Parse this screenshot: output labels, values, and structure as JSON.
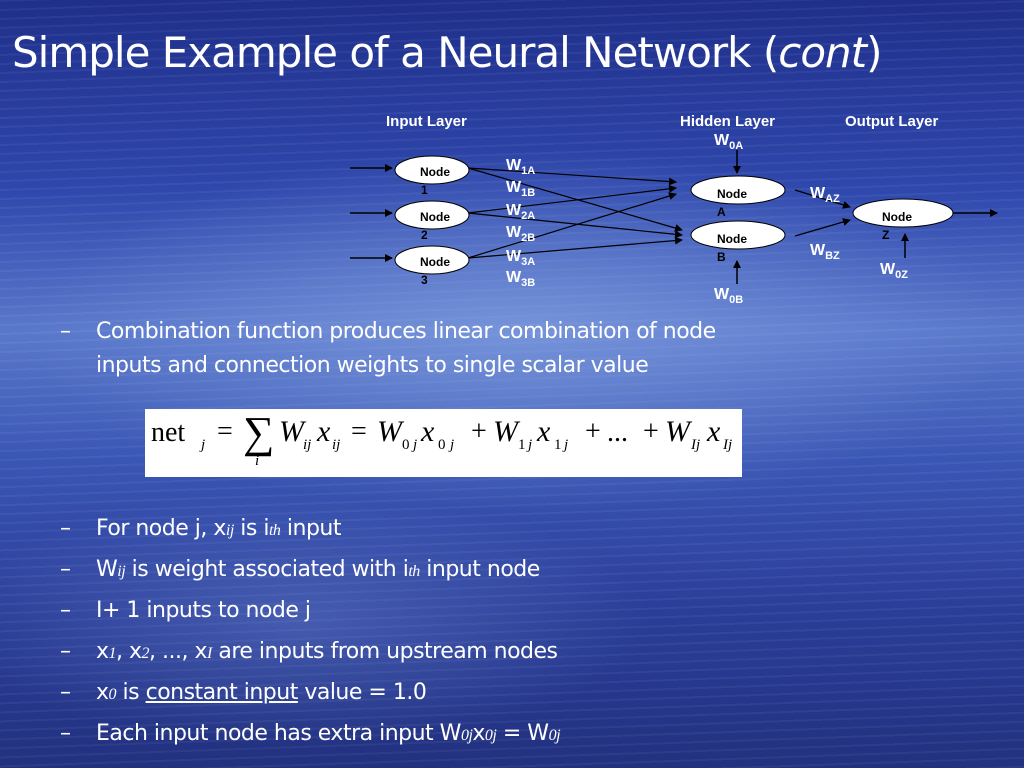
{
  "title": {
    "text": "Simple Example of a Neural Network (",
    "italic": "cont",
    "close": ")"
  },
  "diagram": {
    "layer_labels": {
      "input": "Input Layer",
      "hidden": "Hidden Layer",
      "output": "Output Layer"
    },
    "nodes": {
      "n1": {
        "label": "Node",
        "id": "1"
      },
      "n2": {
        "label": "Node",
        "id": "2"
      },
      "n3": {
        "label": "Node",
        "id": "3"
      },
      "nA": {
        "label": "Node",
        "id": "A"
      },
      "nB": {
        "label": "Node",
        "id": "B"
      },
      "nZ": {
        "label": "Node",
        "id": "Z"
      }
    },
    "weights": {
      "w1a": {
        "main": "W",
        "sub": "1A"
      },
      "w1b": {
        "main": "W",
        "sub": "1B"
      },
      "w2a": {
        "main": "W",
        "sub": "2A"
      },
      "w2b": {
        "main": "W",
        "sub": "2B"
      },
      "w3a": {
        "main": "W",
        "sub": "3A"
      },
      "w3b": {
        "main": "W",
        "sub": "3B"
      },
      "w0a": {
        "main": "W",
        "sub": "0A"
      },
      "w0b": {
        "main": "W",
        "sub": "0B"
      },
      "waz": {
        "main": "W",
        "sub": "AZ"
      },
      "wbz": {
        "main": "W",
        "sub": "BZ"
      },
      "w0z": {
        "main": "W",
        "sub": "0Z"
      }
    }
  },
  "bullet_dash": "–",
  "bullets": {
    "b1": {
      "line1": "Combination function produces linear combination of node",
      "line2": "inputs and connection weights to single scalar value"
    },
    "b2": {
      "a": "For node j, x",
      "b": "ij",
      "c": " is i",
      "d": "th",
      "e": " input"
    },
    "b3": {
      "a": "W",
      "b": "ij",
      "c": " is weight associated with i",
      "d": "th",
      "e": " input node"
    },
    "b4": {
      "a": "I+ 1 inputs to node j"
    },
    "b5": {
      "a": "x",
      "b": "1",
      "c": ", x",
      "d": "2",
      "e": ", ..., x",
      "f": "I",
      "g": " are inputs from upstream nodes"
    },
    "b6": {
      "a": "x",
      "b": "0",
      "c": " is ",
      "d": "constant input",
      "e": " value = 1.0"
    },
    "b7": {
      "a": "Each input node has extra input W",
      "b": "0j",
      "c": "x",
      "d": "0j",
      "e": " = W",
      "f": "0j"
    }
  },
  "formula": {
    "net": "net",
    "j": "j",
    "eq1": "=",
    "sigma": "∑",
    "i": "i",
    "W1": "W",
    "ij1": "ij",
    "x1": "x",
    "ij2": "ij",
    "eq2": "=",
    "W2": "W",
    "s0j": "0",
    "sj": "j",
    "x2": "x",
    "s0j2": "0",
    "sj2": "j",
    "plus1": "+",
    "W3": "W",
    "s1j": "1",
    "sj3": "j",
    "x3": "x",
    "s1j2": "1",
    "sj4": "j",
    "plus2": "+",
    "dots": "...",
    "plus3": "+",
    "W4": "W",
    "sIj": "Ij",
    "x4": "x",
    "sIj2": "Ij"
  }
}
